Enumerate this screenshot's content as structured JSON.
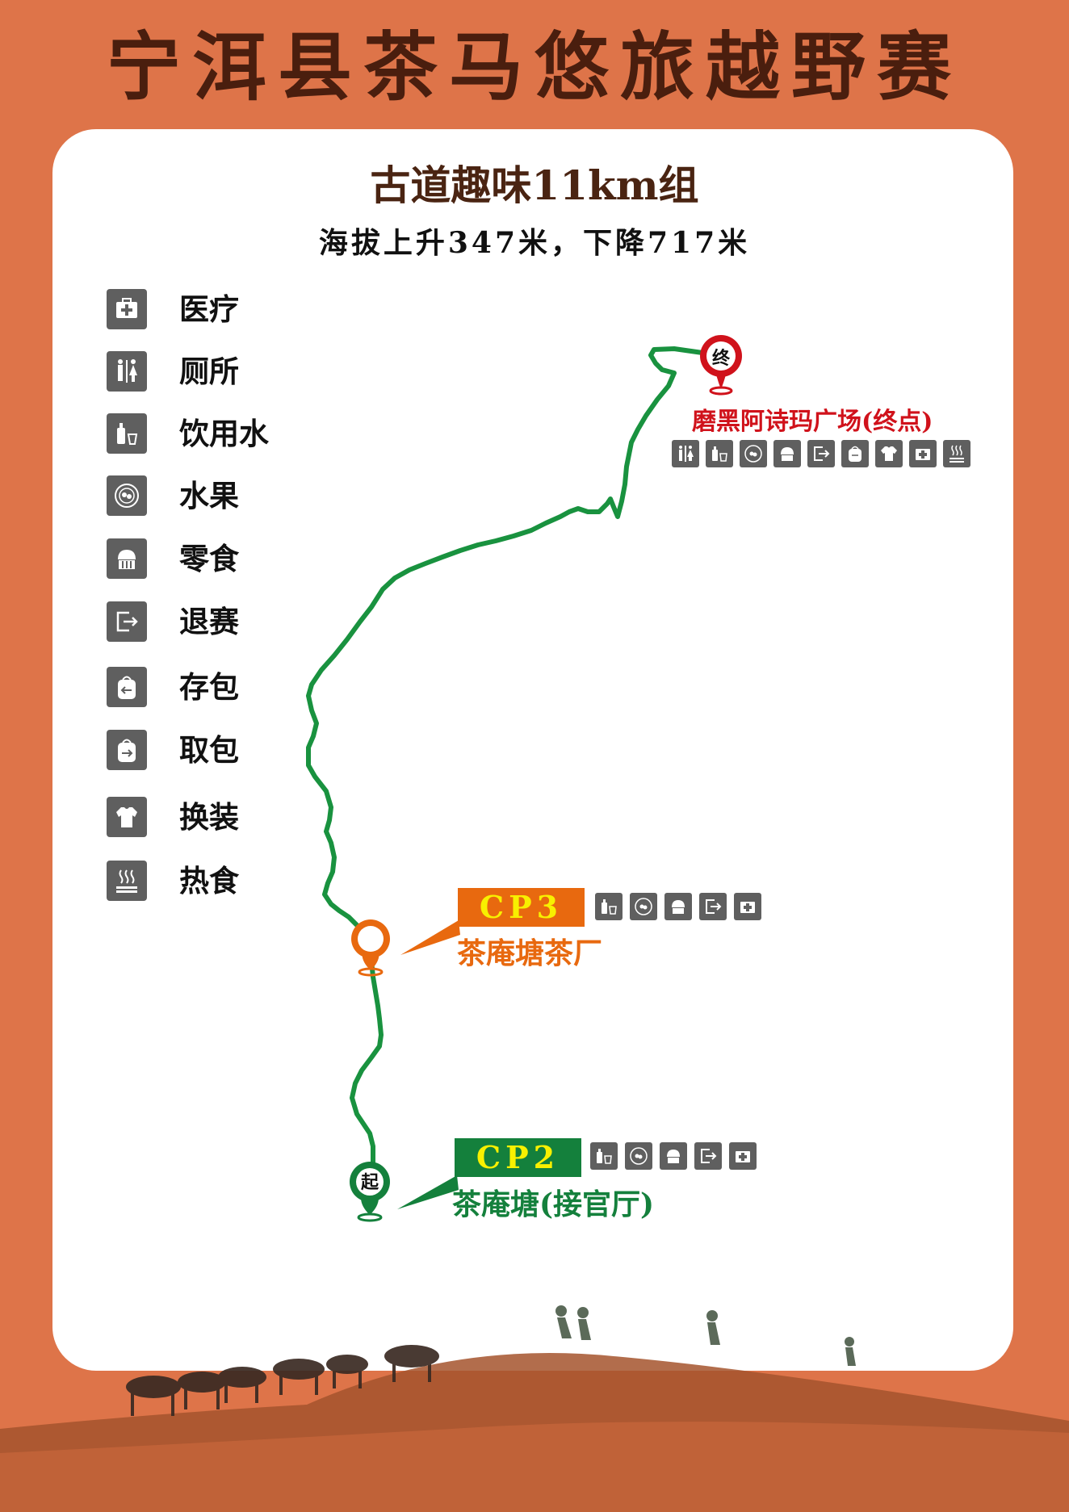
{
  "header": {
    "title": "宁洱县茶马悠旅越野赛"
  },
  "course": {
    "title": "古道趣味11km组",
    "elevation": "海拔上升347米，下降717米"
  },
  "legend": [
    {
      "icon": "medical-icon",
      "label": "医疗"
    },
    {
      "icon": "toilet-icon",
      "label": "厕所"
    },
    {
      "icon": "water-icon",
      "label": "饮用水"
    },
    {
      "icon": "fruit-icon",
      "label": "水果"
    },
    {
      "icon": "snack-icon",
      "label": "零食"
    },
    {
      "icon": "withdraw-icon",
      "label": "退赛"
    },
    {
      "icon": "bag-deposit-icon",
      "label": "存包"
    },
    {
      "icon": "bag-pickup-icon",
      "label": "取包"
    },
    {
      "icon": "change-clothes-icon",
      "label": "换装"
    },
    {
      "icon": "hot-food-icon",
      "label": "热食"
    }
  ],
  "points": {
    "finish": {
      "marker": "终",
      "label": "磨黑阿诗玛广场(终点)",
      "color": "#d0121b",
      "facilities": [
        "toilet-icon",
        "water-icon",
        "fruit-icon",
        "snack-icon",
        "withdraw-icon",
        "bag-pickup-icon",
        "change-clothes-icon",
        "medical-icon",
        "hot-food-icon"
      ]
    },
    "cp3": {
      "tag": "CP3",
      "label": "茶庵塘茶厂",
      "color": "#e8690f",
      "facilities": [
        "water-icon",
        "fruit-icon",
        "snack-icon",
        "withdraw-icon",
        "medical-icon"
      ]
    },
    "cp2": {
      "tag": "CP2",
      "label": "茶庵塘(接官厅)",
      "color": "#14803c",
      "facilities": [
        "water-icon",
        "fruit-icon",
        "snack-icon",
        "withdraw-icon",
        "medical-icon"
      ]
    },
    "start": {
      "marker": "起",
      "color": "#14803c"
    }
  },
  "route_color": "#19923f"
}
